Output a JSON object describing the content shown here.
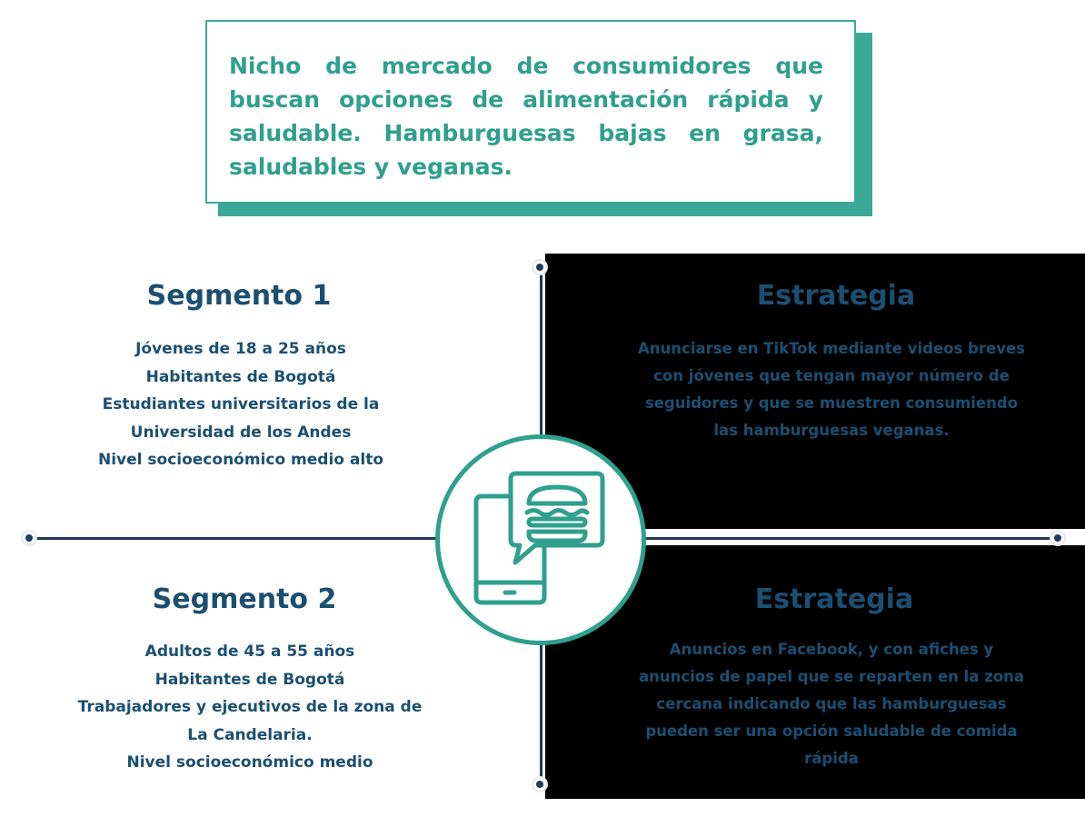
{
  "niche": {
    "text": "Nicho de mercado de consumidores que buscan opciones de alimentación rápida y saludable. Hamburguesas bajas en grasa, saludables y veganas."
  },
  "segment1": {
    "title": "Segmento 1",
    "lines": [
      "Jóvenes de 18 a 25 años",
      "Habitantes de Bogotá",
      "Estudiantes universitarios de la",
      "Universidad de los Andes",
      "Nivel socioeconómico medio alto"
    ]
  },
  "strategy1": {
    "title": "Estrategia",
    "lines": [
      "Anunciarse en TikTok mediante videos breves",
      "con jóvenes que tengan mayor número de",
      "seguidores y que se muestren consumiendo",
      "las hamburguesas veganas."
    ]
  },
  "segment2": {
    "title": "Segmento 2",
    "lines": [
      "Adultos de 45 a 55 años",
      "Habitantes de Bogotá",
      "Trabajadores y ejecutivos de la zona de",
      "La Candelaria.",
      "Nivel socioeconómico medio"
    ]
  },
  "strategy2": {
    "title": "Estrategia",
    "lines": [
      "Anuncios en Facebook, y con afiches y",
      "anuncios de papel que se reparten en la zona",
      "cercana indicando que las hamburguesas",
      "pueden ser una opción saludable de comida",
      "rápida"
    ]
  },
  "icon": {
    "name": "phone-chat-burger-icon",
    "color": "#2f9f8e"
  },
  "colors": {
    "teal": "#3aa997",
    "navy": "#1b4f72",
    "line": "#1f3a52"
  }
}
